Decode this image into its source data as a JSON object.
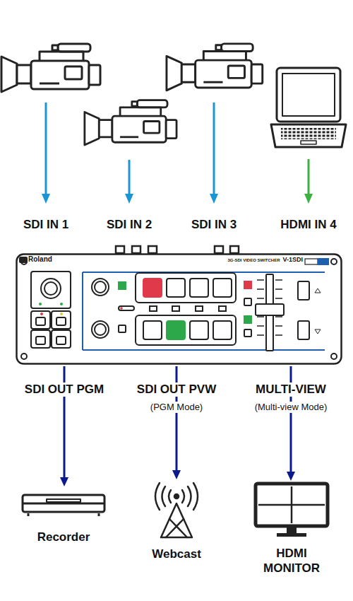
{
  "diagram": {
    "nodes": [
      {
        "text": [
          "Roland",
          "3G-SDI VIDEO SWITCHER",
          "V-1SDI"
        ]
      },
      {
        "text": [
          "Recorder"
        ]
      },
      {
        "text": [
          "Webcast"
        ]
      },
      {
        "text": [
          "HDMI MONITOR"
        ]
      }
    ],
    "edges": [
      {
        "from": 0,
        "to": 1,
        "arrow": "to",
        "label": "SDI OUT PGM"
      },
      {
        "from": 0,
        "to": 2,
        "arrow": "to",
        "label": "SDI OUT PVW"
      },
      {
        "from": 0,
        "to": 3,
        "arrow": "to",
        "label": "MULTI-VIEW"
      }
    ],
    "labels": [
      "SDI IN 1",
      "SDI IN 2",
      "SDI IN 3",
      "HDMI IN 4",
      "(PGM Mode)",
      "(Multi-view Mode)"
    ]
  }
}
